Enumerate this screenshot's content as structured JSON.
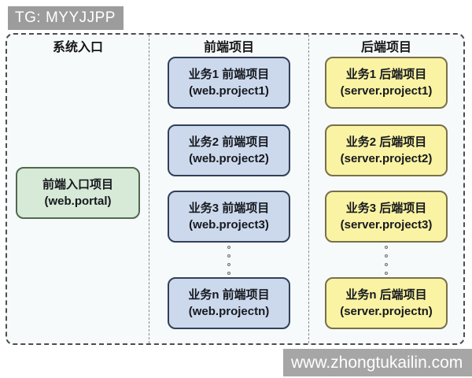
{
  "watermarks": {
    "top": "TG: MYYJJPP",
    "bottom": "www.zhongtukailin.com"
  },
  "diagram": {
    "columns": [
      {
        "header": "系统入口",
        "boxes": [
          {
            "title": "前端入口项目",
            "subtitle": "(web.portal)"
          }
        ]
      },
      {
        "header": "前端项目",
        "boxes": [
          {
            "title": "业务1 前端项目",
            "subtitle": "(web.project1)"
          },
          {
            "title": "业务2 前端项目",
            "subtitle": "(web.project2)"
          },
          {
            "title": "业务3 前端项目",
            "subtitle": "(web.project3)"
          },
          {
            "title": "业务n 前端项目",
            "subtitle": "(web.projectn)"
          }
        ]
      },
      {
        "header": "后端项目",
        "boxes": [
          {
            "title": "业务1 后端项目",
            "subtitle": "(server.project1)"
          },
          {
            "title": "业务2 后端项目",
            "subtitle": "(server.project2)"
          },
          {
            "title": "业务3 后端项目",
            "subtitle": "(server.project3)"
          },
          {
            "title": "业务n 后端项目",
            "subtitle": "(server.projectn)"
          }
        ]
      }
    ],
    "colors": {
      "badge_bg": "#9c9c9c",
      "bottom_badge_bg": "#a6a6a6",
      "panel_bg": "#f7fafb",
      "dash_border": "#4d4d4d",
      "green_fill": "#d7ead8",
      "green_border": "#50684f",
      "blue_fill": "#ccd9ed",
      "blue_border": "#323f58",
      "yellow_fill": "#f9f3a3",
      "yellow_border": "#77704a"
    }
  }
}
